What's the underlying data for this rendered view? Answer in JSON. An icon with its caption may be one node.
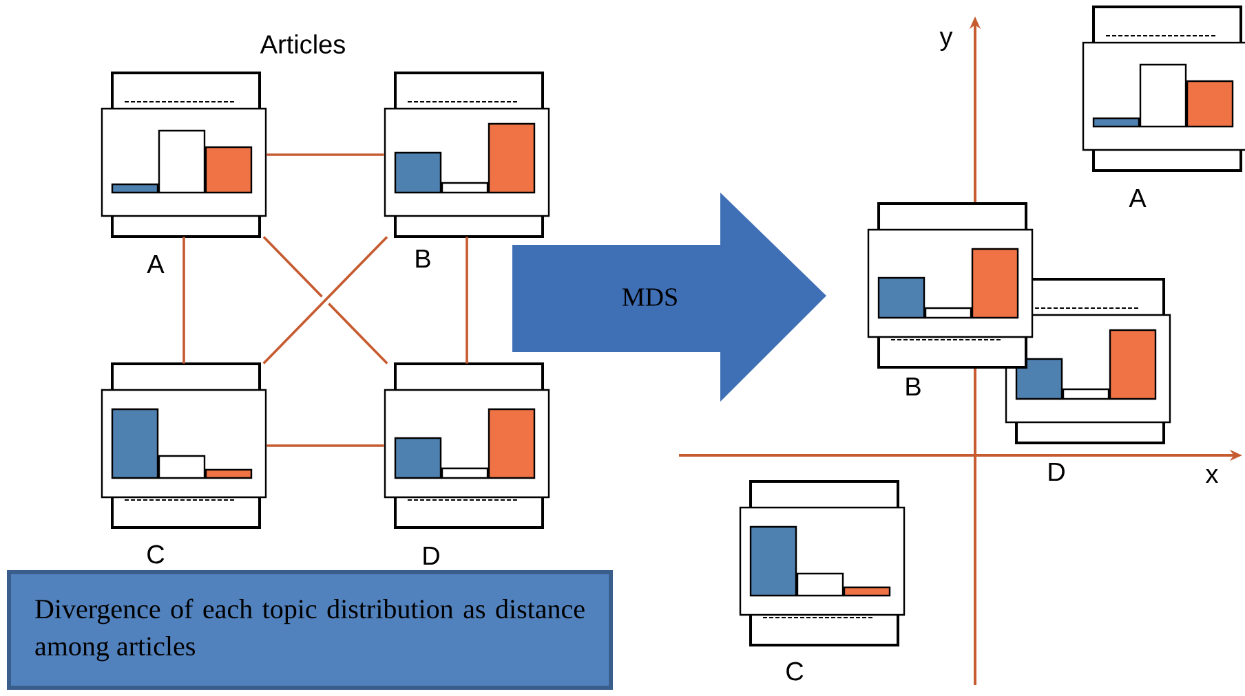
{
  "diagram": {
    "title": "Articles",
    "nodes": [
      {
        "text": [],
        "shape": "box",
        "beside": [
          "A"
        ]
      },
      {
        "text": [],
        "shape": "box",
        "beside": [
          "B"
        ]
      },
      {
        "text": [],
        "shape": "box",
        "beside": [
          "C"
        ]
      },
      {
        "text": [],
        "shape": "box",
        "beside": [
          "D"
        ]
      },
      {
        "text": [
          "MDS"
        ]
      },
      {
        "text": [
          "Divergence of each topic distribution as distance among articles"
        ]
      },
      {
        "text": [],
        "shape": "box",
        "beside": [
          "A"
        ]
      },
      {
        "text": [],
        "shape": "box",
        "beside": [
          "B"
        ]
      },
      {
        "text": [],
        "shape": "box",
        "beside": [
          "D"
        ]
      },
      {
        "text": [],
        "shape": "box",
        "beside": [
          "C"
        ]
      }
    ],
    "edges": [
      {
        "from": 0,
        "to": 1,
        "arrow": "none"
      },
      {
        "from": 0,
        "to": 2,
        "arrow": "none"
      },
      {
        "from": 0,
        "to": 3,
        "arrow": "none"
      },
      {
        "from": 1,
        "to": 2,
        "arrow": "none"
      },
      {
        "from": 1,
        "to": 3,
        "arrow": "none"
      },
      {
        "from": 2,
        "to": 3,
        "arrow": "none"
      }
    ],
    "labels": [
      "y",
      "x"
    ]
  }
}
